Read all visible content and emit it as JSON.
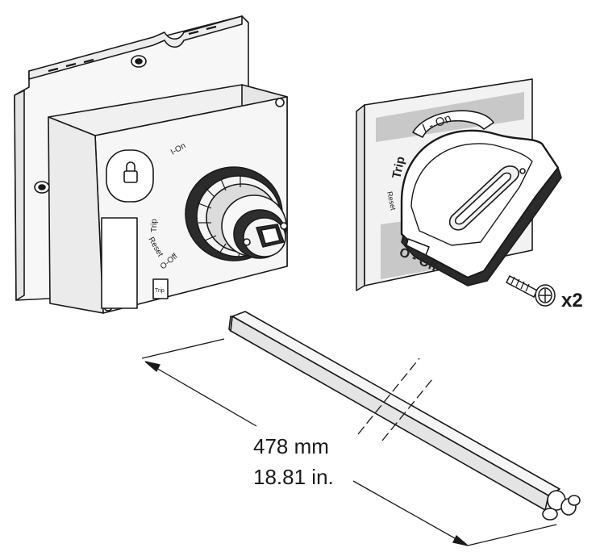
{
  "drawing": {
    "mechanism_labels": {
      "on": "I-On",
      "trip": "Trip",
      "reset": "Reset",
      "off": "O-Off",
      "trip_button": "Trip"
    },
    "handle_labels": {
      "on": "I - On",
      "trip": "Trip",
      "reset": "Reset",
      "off": "O - Off"
    },
    "screw_quantity": "x2",
    "shaft_length_mm": "478 mm",
    "shaft_length_in": "18.81 in."
  },
  "colors": {
    "line": "#1a1a1a",
    "panel_light": "#f3f3f3",
    "panel_mid": "#e6e6e6",
    "handle_band": "#c8c8c8",
    "handle_body": "#ffffff"
  }
}
